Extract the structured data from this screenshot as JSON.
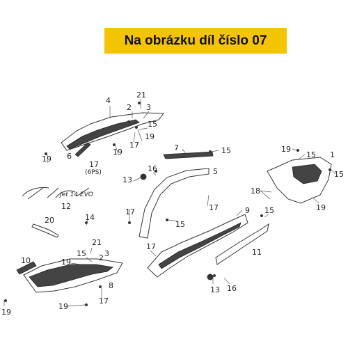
{
  "banner": {
    "text": "Na obrázku díl číslo 07"
  },
  "labels": {
    "l21a": "21",
    "l4": "4",
    "l2a": "2",
    "l3a": "3",
    "l15a": "15",
    "l19a": "19",
    "l17a": "17",
    "l6": "6",
    "l19b": "19",
    "l17b": "17",
    "l6ps": "(6PS)",
    "l19c": "19",
    "l7": "7",
    "l15b": "15",
    "l16a": "16",
    "l5": "5",
    "l13a": "13",
    "l17c": "17",
    "l12": "12",
    "l17d": "17",
    "l15c": "15",
    "l9": "9",
    "l15d": "15",
    "l20": "20",
    "l14": "14",
    "l11": "11",
    "l17e": "17",
    "l21b": "21",
    "l15e": "15",
    "l2b": "2",
    "l3b": "3",
    "l19d": "19",
    "l10": "10",
    "l8": "8",
    "l17f": "17",
    "l19e": "19",
    "l19f": "19",
    "l13b": "13",
    "l16b": "16",
    "l19g": "19",
    "l15f": "15",
    "l1": "1",
    "l15g": "15",
    "l18": "18",
    "l19h": "19"
  },
  "logo": {
    "text": "Jet 14 EVO"
  },
  "colors": {
    "banner": "#f5c400",
    "ink": "#333333"
  }
}
